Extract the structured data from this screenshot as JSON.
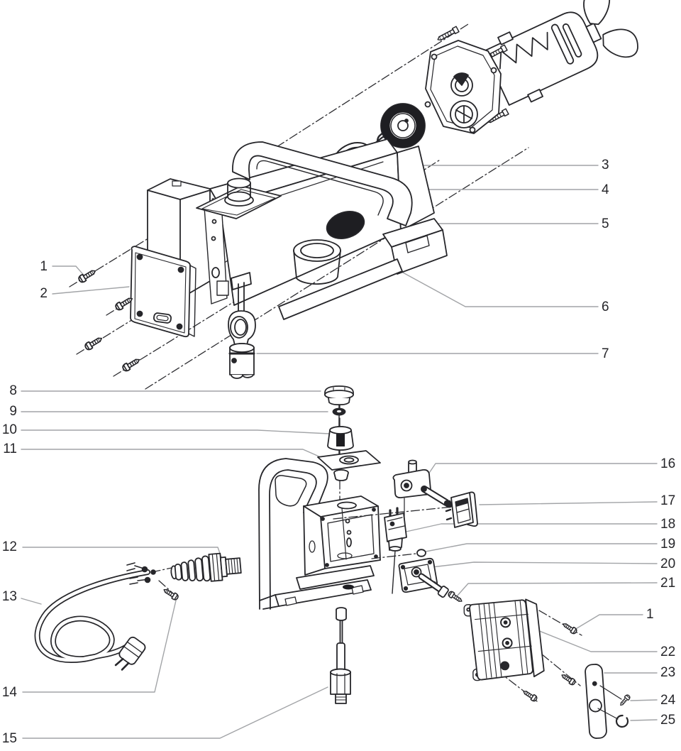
{
  "diagram": {
    "kind": "exploded-parts-diagram",
    "background": "#ffffff",
    "ink_color": "#26262a",
    "leader_color": "#a2a4a7",
    "callouts": [
      {
        "key": "left-1",
        "number": "1"
      },
      {
        "key": "left-2",
        "number": "2"
      },
      {
        "key": "right-3",
        "number": "3"
      },
      {
        "key": "right-4",
        "number": "4"
      },
      {
        "key": "right-5",
        "number": "5"
      },
      {
        "key": "right-6",
        "number": "6"
      },
      {
        "key": "right-7",
        "number": "7"
      },
      {
        "key": "left-8",
        "number": "8"
      },
      {
        "key": "left-9",
        "number": "9"
      },
      {
        "key": "left-10",
        "number": "10"
      },
      {
        "key": "left-11",
        "number": "11"
      },
      {
        "key": "left-12",
        "number": "12"
      },
      {
        "key": "left-13",
        "number": "13"
      },
      {
        "key": "left-14",
        "number": "14"
      },
      {
        "key": "left-15",
        "number": "15"
      },
      {
        "key": "right-16",
        "number": "16"
      },
      {
        "key": "right-17",
        "number": "17"
      },
      {
        "key": "right-18",
        "number": "18"
      },
      {
        "key": "right-19",
        "number": "19"
      },
      {
        "key": "right-20",
        "number": "20"
      },
      {
        "key": "right-21",
        "number": "21"
      },
      {
        "key": "right-1",
        "number": "1"
      },
      {
        "key": "right-22",
        "number": "22"
      },
      {
        "key": "right-23",
        "number": "23"
      },
      {
        "key": "right-24",
        "number": "24"
      },
      {
        "key": "right-25",
        "number": "25"
      }
    ]
  }
}
